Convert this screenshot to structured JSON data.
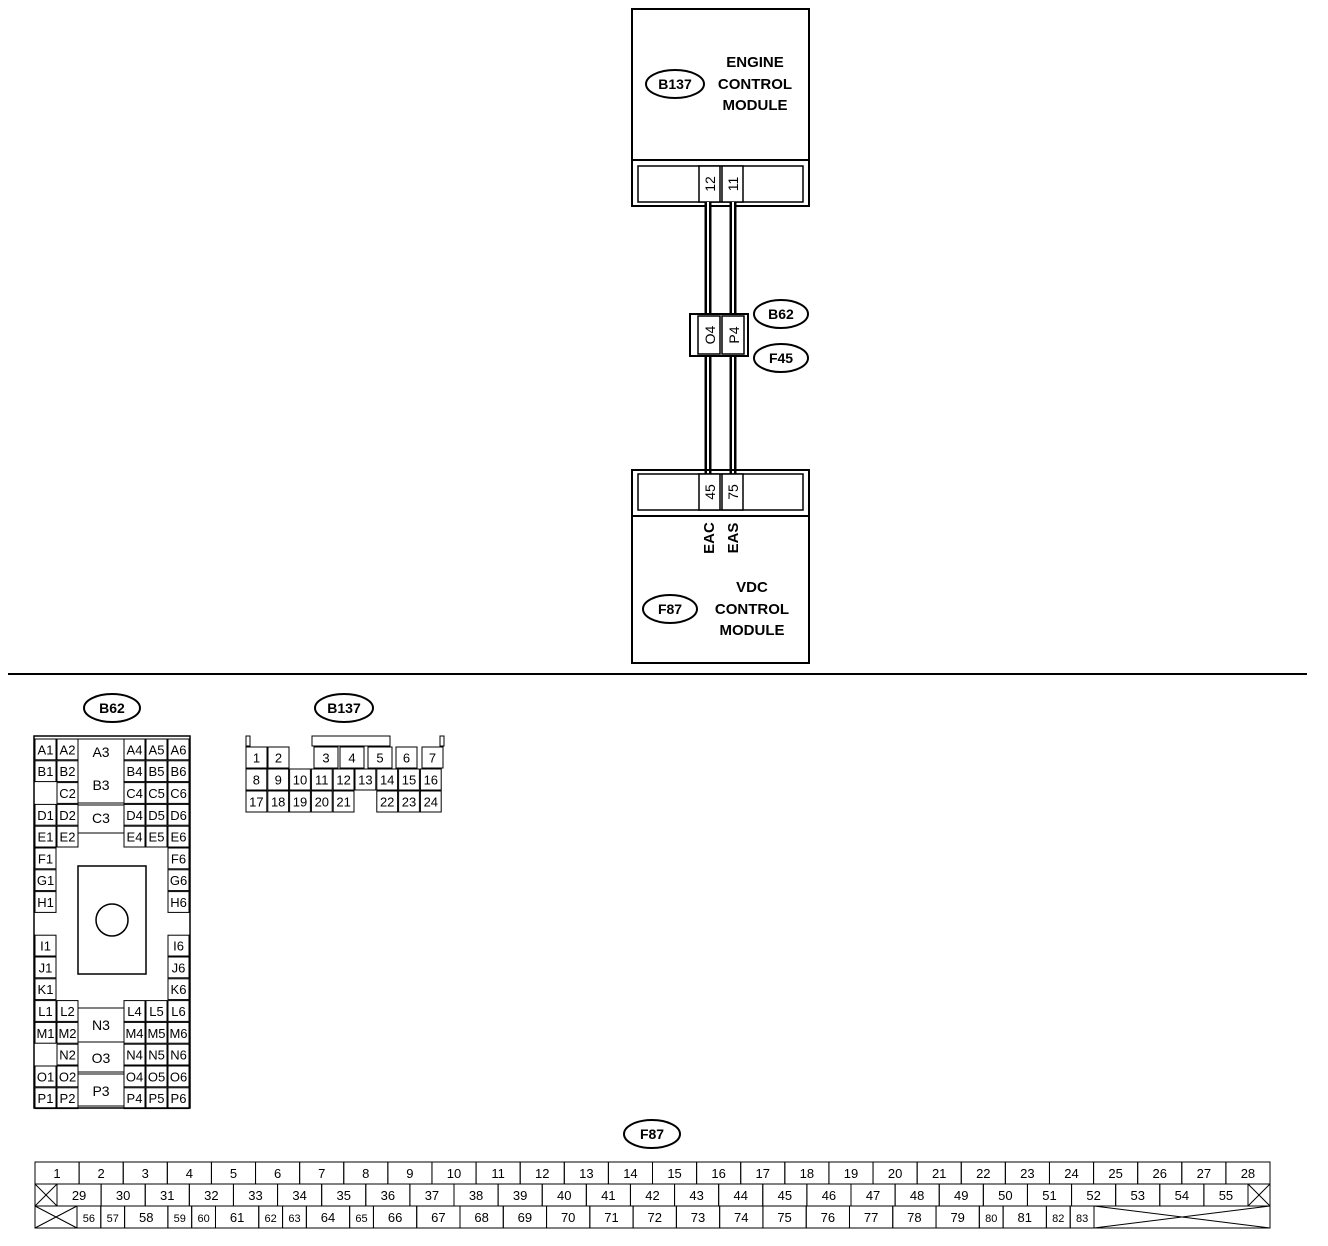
{
  "modules": {
    "ecm": {
      "id": "B137",
      "line1": "ENGINE",
      "line2": "CONTROL",
      "line3": "MODULE",
      "pins": [
        "12",
        "11"
      ]
    },
    "vdc": {
      "id": "F87",
      "line1": "VDC",
      "line2": "CONTROL",
      "line3": "MODULE",
      "pins": [
        "45",
        "75"
      ],
      "signals": [
        "EAC",
        "EAS"
      ]
    }
  },
  "junction": {
    "pins": [
      "O4",
      "P4"
    ],
    "tags": [
      "B62",
      "F45"
    ]
  },
  "connectors": {
    "b62": {
      "id": "B62",
      "left_cells": [
        [
          "A1",
          "A2"
        ],
        [
          "B1",
          "B2"
        ],
        [
          "",
          "C2"
        ],
        [
          "D1",
          "D2"
        ],
        [
          "E1",
          "E2"
        ],
        [
          "F1",
          ""
        ],
        [
          "G1",
          ""
        ],
        [
          "H1",
          ""
        ],
        [
          "",
          ""
        ],
        [
          "I1",
          ""
        ],
        [
          "J1",
          ""
        ],
        [
          "K1",
          ""
        ],
        [
          "L1",
          "L2"
        ],
        [
          "M1",
          "M2"
        ],
        [
          "",
          "N2"
        ],
        [
          "O1",
          "O2"
        ],
        [
          "P1",
          "P2"
        ]
      ],
      "right_cells": [
        [
          "A4",
          "A5",
          "A6"
        ],
        [
          "B4",
          "B5",
          "B6"
        ],
        [
          "C4",
          "C5",
          "C6"
        ],
        [
          "D4",
          "D5",
          "D6"
        ],
        [
          "E4",
          "E5",
          "E6"
        ],
        [
          "",
          "",
          "F6"
        ],
        [
          "",
          "",
          "G6"
        ],
        [
          "",
          "",
          "H6"
        ],
        [
          "",
          "",
          ""
        ],
        [
          "",
          "",
          "I6"
        ],
        [
          "",
          "",
          "J6"
        ],
        [
          "",
          "",
          "K6"
        ],
        [
          "L4",
          "L5",
          "L6"
        ],
        [
          "M4",
          "M5",
          "M6"
        ],
        [
          "N4",
          "N5",
          "N6"
        ],
        [
          "O4",
          "O5",
          "O6"
        ],
        [
          "P4",
          "P5",
          "P6"
        ]
      ],
      "center_labels": [
        "A3",
        "B3",
        "C3",
        "N3",
        "O3",
        "P3"
      ]
    },
    "b137": {
      "id": "B137",
      "rows": [
        [
          "1",
          "2",
          "",
          "3",
          "4",
          "5",
          "6",
          "7"
        ],
        [
          "8",
          "9",
          "10",
          "11",
          "12",
          "13",
          "14",
          "15",
          "16"
        ],
        [
          "17",
          "18",
          "19",
          "20",
          "21",
          "",
          "22",
          "23",
          "24"
        ]
      ]
    },
    "f87": {
      "id": "F87",
      "row1": [
        "1",
        "2",
        "3",
        "4",
        "5",
        "6",
        "7",
        "8",
        "9",
        "10",
        "11",
        "12",
        "13",
        "14",
        "15",
        "16",
        "17",
        "18",
        "19",
        "20",
        "21",
        "22",
        "23",
        "24",
        "25",
        "26",
        "27",
        "28"
      ],
      "row2": [
        "29",
        "30",
        "31",
        "32",
        "33",
        "34",
        "35",
        "36",
        "37",
        "38",
        "39",
        "40",
        "41",
        "42",
        "43",
        "44",
        "45",
        "46",
        "47",
        "48",
        "49",
        "50",
        "51",
        "52",
        "53",
        "54",
        "55"
      ],
      "row3": [
        "56",
        "57",
        "58",
        "59",
        "60",
        "61",
        "62",
        "63",
        "64",
        "65",
        "66",
        "67",
        "68",
        "69",
        "70",
        "71",
        "72",
        "73",
        "74",
        "75",
        "76",
        "77",
        "78",
        "79",
        "80",
        "81",
        "82",
        "83"
      ]
    }
  },
  "colors": {
    "line": "#000000",
    "background": "#ffffff"
  }
}
